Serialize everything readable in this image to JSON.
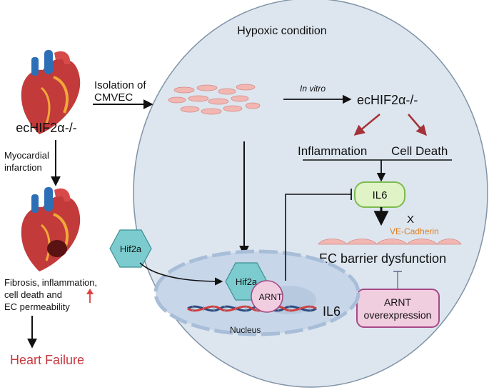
{
  "title": "Hypoxic condition",
  "left": {
    "genotype": "ecHIF2α-/-",
    "mi_label_line1": "Myocardial",
    "mi_label_line2": "infarction",
    "outcomes_line1": "Fibrosis, inflammation,",
    "outcomes_line2": "cell death and",
    "outcomes_line3": "EC permeability",
    "result": "Heart Failure"
  },
  "isolation": {
    "line1": "Isolation of",
    "line2": "CMVEC"
  },
  "in_vitro": {
    "label": "In vitro",
    "genotype": "ecHIF2α-/-",
    "inflammation": "Inflammation",
    "cell_death": "Cell Death"
  },
  "il6_box": "IL6",
  "ve_cadherin": "VE-Cadherin",
  "block_mark": "X",
  "barrier": "EC barrier dysfunction",
  "nucleus": {
    "label": "Nucleus",
    "hif2a": "Hif2a",
    "arnt": "ARNT",
    "gene": "IL6"
  },
  "hif2a_outside": "Hif2a",
  "arnt_over": {
    "line1": "ARNT",
    "line2": "overexpression"
  },
  "colors": {
    "cell_bg": "#dde6ef",
    "cell_border": "#7f93a6",
    "teal": "#7ccccf",
    "pink": "#f1cde0",
    "pink_border": "#a54a86",
    "green": "#dff3c6",
    "green_border": "#7dbb4e",
    "red_arrow": "#a43238",
    "red_text": "#c8383f",
    "orange": "#e07f1f",
    "endothelial": "#f2b7b2"
  }
}
